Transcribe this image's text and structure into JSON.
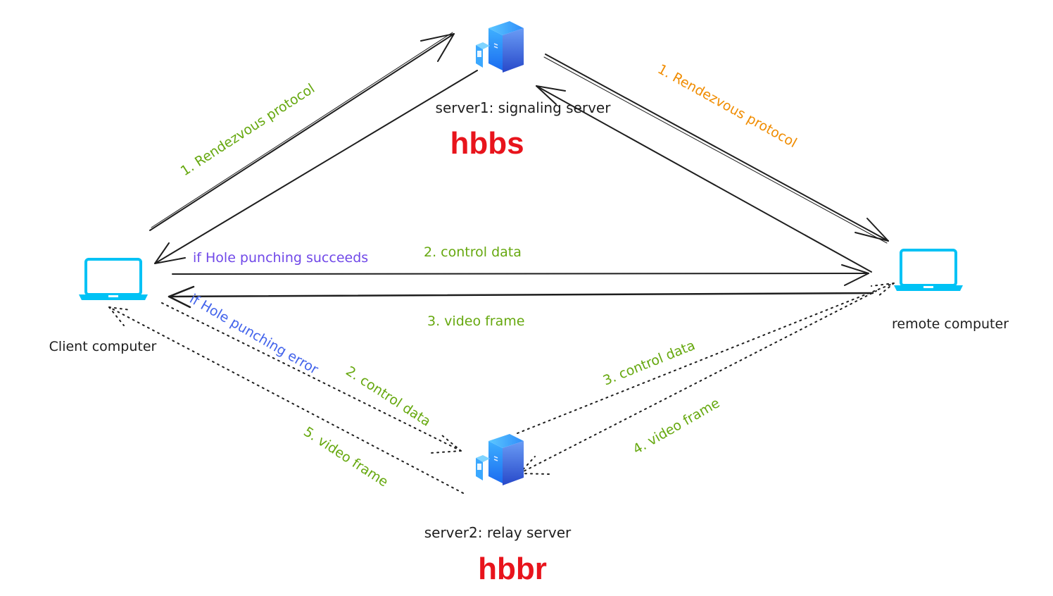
{
  "colors": {
    "green": "#66a80f",
    "orange": "#f08c00",
    "purple": "#7048e8",
    "blue": "#4263eb",
    "red": "#e8141c",
    "laptop": "#00c2f5",
    "line": "#1e1e1e"
  },
  "nodes": {
    "signaling_server": {
      "icon": "server-icon",
      "label": "server1: signaling server",
      "name": "hbbs"
    },
    "relay_server": {
      "icon": "server-icon",
      "label": "server2: relay server",
      "name": "hbbr"
    },
    "client": {
      "icon": "laptop-icon",
      "label": "Client computer"
    },
    "remote": {
      "icon": "laptop-icon",
      "label": "remote computer"
    }
  },
  "edge_labels": {
    "client_rendezvous": "1. Rendezvous protocol",
    "remote_rendezvous": "1. Rendezvous protocol",
    "hole_punch_ok": "if Hole punching succeeds",
    "direct_control": "2. control data",
    "direct_video": "3. video frame",
    "hole_punch_err": "if Hole punching error",
    "relay_control_in": "2. control data",
    "relay_control_out": "3. control data",
    "relay_video_in": "4. video frame",
    "relay_video_out": "5. video frame"
  }
}
